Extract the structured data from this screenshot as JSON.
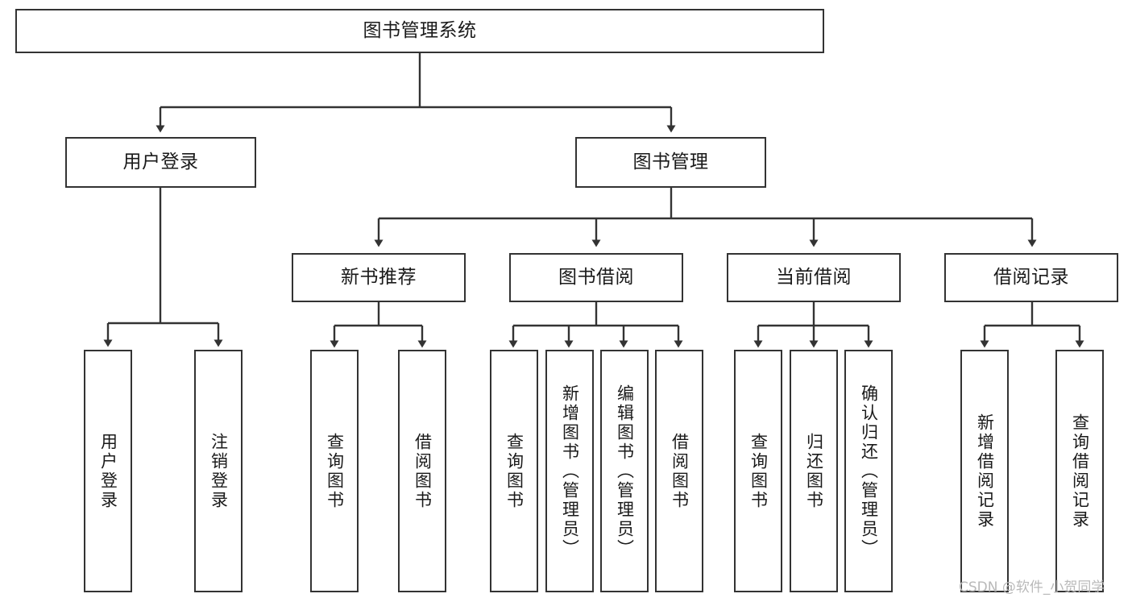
{
  "diagram": {
    "type": "tree-hierarchy",
    "title": "图书管理系统",
    "watermark": "CSDN @软件_小贺同学",
    "colors": {
      "box_border": "#333333",
      "box_fill": "#ffffff",
      "edge": "#333333",
      "text": "#1a1a1a",
      "watermark": "#b9b9b9",
      "background": "#ffffff"
    },
    "nodes": {
      "root": {
        "label": "图书管理系统"
      },
      "level2": [
        {
          "id": "user-login",
          "label": "用户登录"
        },
        {
          "id": "book-manage",
          "label": "图书管理"
        }
      ],
      "level3": [
        {
          "id": "new-book-recommend",
          "label": "新书推荐"
        },
        {
          "id": "book-borrow",
          "label": "图书借阅"
        },
        {
          "id": "current-borrow",
          "label": "当前借阅"
        },
        {
          "id": "borrow-record",
          "label": "借阅记录"
        }
      ],
      "leaves": {
        "user-login": [
          {
            "id": "leaf-user-login",
            "label": "用户登录"
          },
          {
            "id": "leaf-logout",
            "label": "注销登录"
          }
        ],
        "new-book-recommend": [
          {
            "id": "leaf-query-book-1",
            "label": "查询图书"
          },
          {
            "id": "leaf-borrow-book-1",
            "label": "借阅图书"
          }
        ],
        "book-borrow": [
          {
            "id": "leaf-query-book-2",
            "label": "查询图书"
          },
          {
            "id": "leaf-add-book",
            "label": "新增图书（管理员）"
          },
          {
            "id": "leaf-edit-book",
            "label": "编辑图书（管理员）"
          },
          {
            "id": "leaf-borrow-book-2",
            "label": "借阅图书"
          }
        ],
        "current-borrow": [
          {
            "id": "leaf-query-book-3",
            "label": "查询图书"
          },
          {
            "id": "leaf-return-book",
            "label": "归还图书"
          },
          {
            "id": "leaf-confirm-return",
            "label": "确认归还（管理员）"
          }
        ],
        "borrow-record": [
          {
            "id": "leaf-add-record",
            "label": "新增借阅记录"
          },
          {
            "id": "leaf-query-record",
            "label": "查询借阅记录"
          }
        ]
      }
    }
  }
}
